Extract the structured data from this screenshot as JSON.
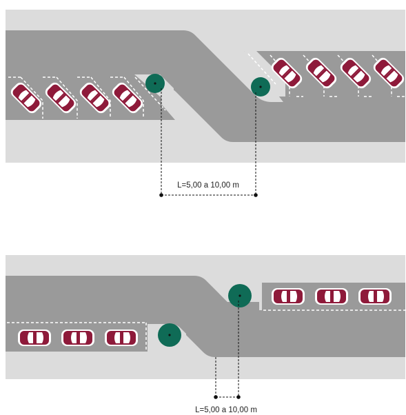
{
  "colors": {
    "background": "#ffffff",
    "sidewalk": "#dcdcdc",
    "road": "#9a9a9a",
    "car_body": "#8e1a3a",
    "car_glass": "#ffffff",
    "tree": "#0f6b56",
    "dimension_line": "#111111",
    "parking_line": "#ffffff"
  },
  "icons": {
    "car": "car-top-view-icon",
    "tree": "tree-top-view-icon"
  },
  "diagrams": [
    {
      "layout": "angled-parking-chicane",
      "dimension_label": "L=5,00 a 10,00 m"
    },
    {
      "layout": "parallel-parking-chicane",
      "dimension_label": "L=5,00 a 10,00 m"
    }
  ]
}
